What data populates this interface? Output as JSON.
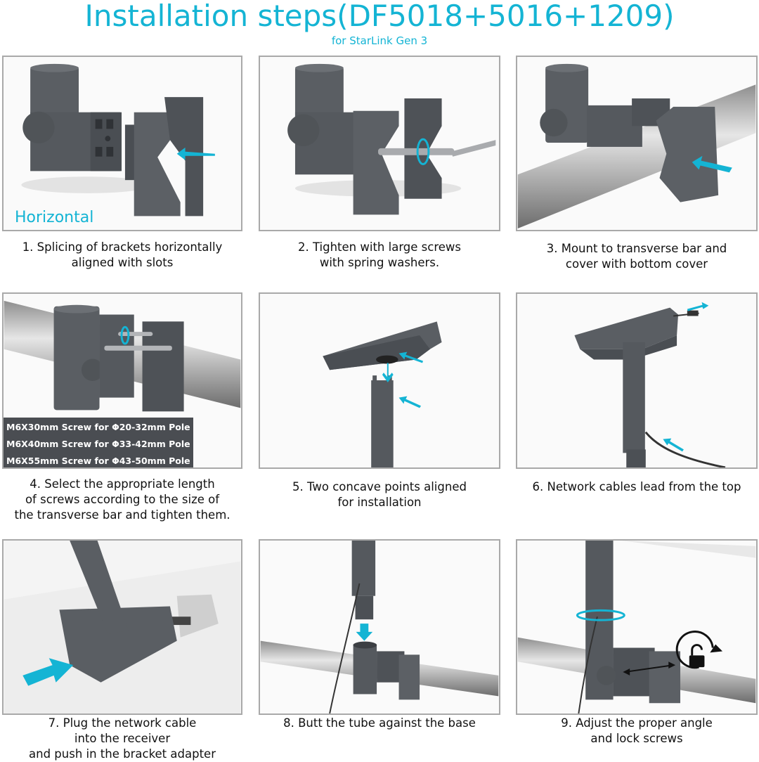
{
  "header": {
    "title": "Installation steps(DF5018+5016+1209)",
    "subtitle": "for StarLink Gen 3"
  },
  "colors": {
    "accent": "#14B4D4",
    "part_gray": "#55595e",
    "pole_silver": "#b8b8b8",
    "panel_border": "#a9a9a9",
    "table_bg": "#4a4d52"
  },
  "steps": [
    {
      "number": 1,
      "caption_lines": [
        "1. Splicing of brackets horizontally",
        "aligned with slots"
      ],
      "overlay_label": "Horizontal",
      "icons": [
        "bracket-elbow-icon",
        "clamp-plate-icon",
        "insert-arrow-icon"
      ]
    },
    {
      "number": 2,
      "caption_lines": [
        "2. Tighten with large screws",
        "with spring washers."
      ],
      "icons": [
        "bracket-elbow-icon",
        "clamp-plate-icon",
        "hex-key-icon",
        "rotate-arrow-icon"
      ]
    },
    {
      "number": 3,
      "caption_lines": [
        "3. Mount to transverse bar and",
        "cover with bottom cover"
      ],
      "icons": [
        "crossbar-pole-icon",
        "bottom-cover-icon",
        "insert-arrow-icon"
      ]
    },
    {
      "number": 4,
      "caption_lines": [
        "4. Select the appropriate length",
        "of screws according to the size of",
        "the transverse bar and tighten them."
      ],
      "screw_table": [
        "M6X30mm Screw for Φ20-32mm Pole",
        "M6X40mm Screw for Φ33-42mm Pole",
        "M6X55mm Screw for Φ43-50mm Pole"
      ],
      "icons": [
        "crossbar-pole-icon",
        "hex-key-icon",
        "rotate-arrow-icon"
      ]
    },
    {
      "number": 5,
      "caption_lines": [
        "5. Two concave points aligned",
        "for installation"
      ],
      "icons": [
        "mount-plate-icon",
        "mast-tube-icon",
        "align-arrow-icon"
      ]
    },
    {
      "number": 6,
      "caption_lines": [
        "6. Network cables lead from the top"
      ],
      "icons": [
        "mount-plate-icon",
        "mast-tube-icon",
        "network-cable-icon"
      ]
    },
    {
      "number": 7,
      "caption_lines": [
        "7. Plug the network cable",
        "into the receiver",
        "and push in the bracket adapter"
      ],
      "icons": [
        "dish-receiver-icon",
        "mast-tube-icon",
        "push-arrow-icon"
      ]
    },
    {
      "number": 8,
      "caption_lines": [
        "8. Butt the tube against the base"
      ],
      "icons": [
        "mast-tube-icon",
        "crossbar-pole-icon",
        "down-arrow-icon"
      ]
    },
    {
      "number": 9,
      "caption_lines": [
        "9. Adjust the proper angle",
        "and lock screws"
      ],
      "icons": [
        "mast-tube-icon",
        "crossbar-pole-icon",
        "rotate-arrow-icon",
        "lock-icon",
        "double-arrow-icon"
      ]
    }
  ]
}
